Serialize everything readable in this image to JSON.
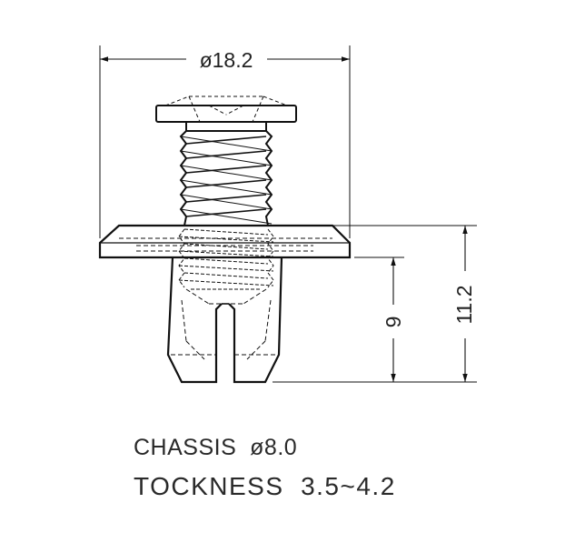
{
  "drawing": {
    "dimensions": {
      "head_diameter": "ø18.2",
      "total_height": "11.2",
      "leg_height": "9"
    }
  },
  "notes": {
    "chassis": "CHASSIS  ø8.0",
    "thickness": "TOCKNESS  3.5~4.2"
  },
  "colors": {
    "line": "#111111",
    "text": "#2a2a2a",
    "background": "#ffffff"
  }
}
